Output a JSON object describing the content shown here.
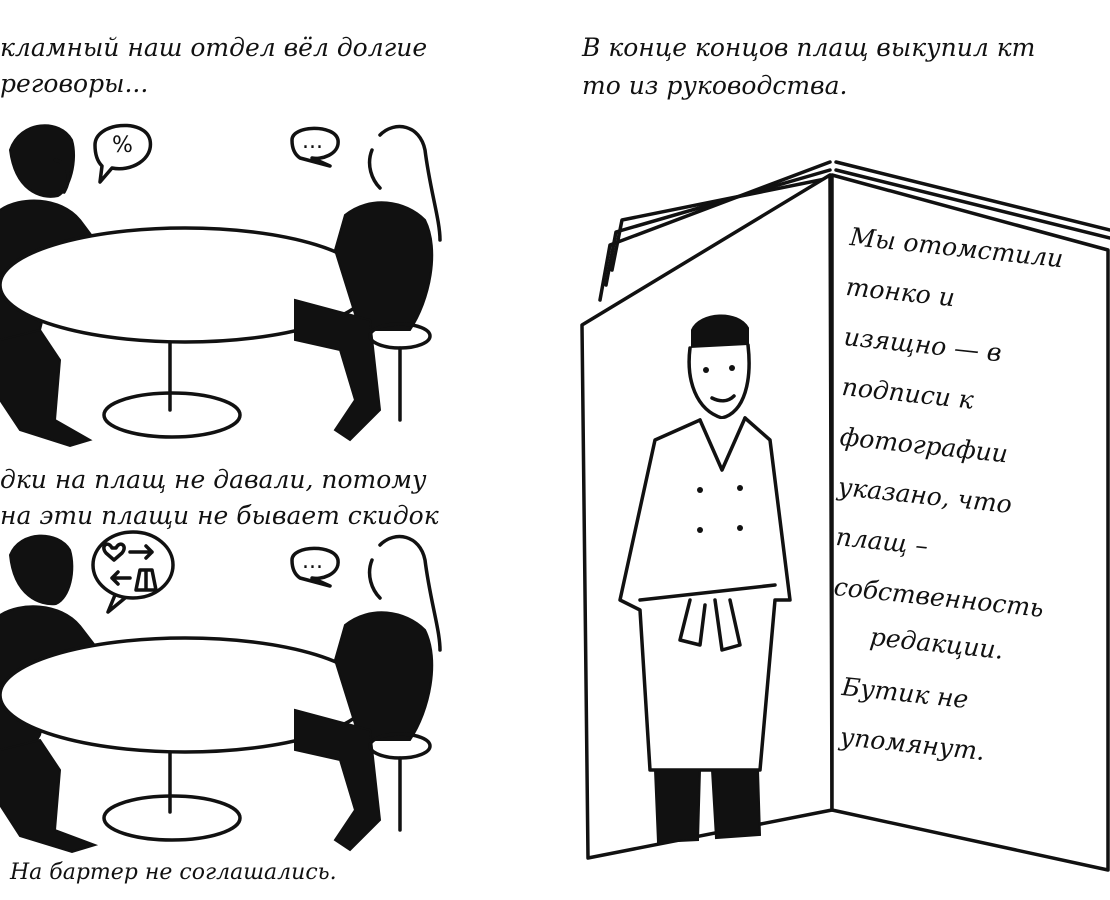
{
  "captions": {
    "top_left_line1": "кламный наш отдел вёл долгие",
    "top_left_line2": "реговоры...",
    "middle_left_line1": "дки на плащ не давали, потому",
    "middle_left_line2": "на эти плащи не бывает скидок",
    "bottom_left": "На бартер не соглашались.",
    "top_right_line1": "В конце концов плащ выкупил кт",
    "top_right_line2": "то из руководства."
  },
  "bubbles": {
    "percent": "%",
    "ellipsis_top": "...",
    "ellipsis_bottom": "..."
  },
  "magazine_text": [
    "Мы отомстили",
    "тонко и",
    "изящно — в",
    "подписи к",
    "фотографии",
    "указано, что",
    "плащ –",
    "собственность",
    "редакции.",
    "Бутик не",
    "упомянут."
  ],
  "icons": [
    "heart-icon",
    "arrow-right-icon",
    "arrow-left-icon",
    "coat-icon"
  ]
}
